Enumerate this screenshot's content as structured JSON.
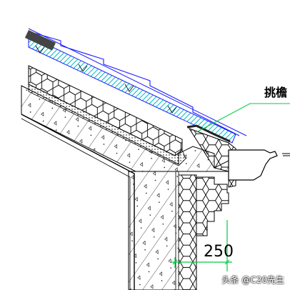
{
  "drawing": {
    "annotation_label": "挑檐",
    "dimension_value": "250",
    "watermark": "头条 @C20先生"
  },
  "colors": {
    "background": "#ffffff",
    "line": "#000000",
    "tile_hatch": "#00b8c8",
    "tile_outline": "#1a1aff",
    "leader_line": "#00cc44",
    "wall_edge": "#2a2a2a"
  }
}
